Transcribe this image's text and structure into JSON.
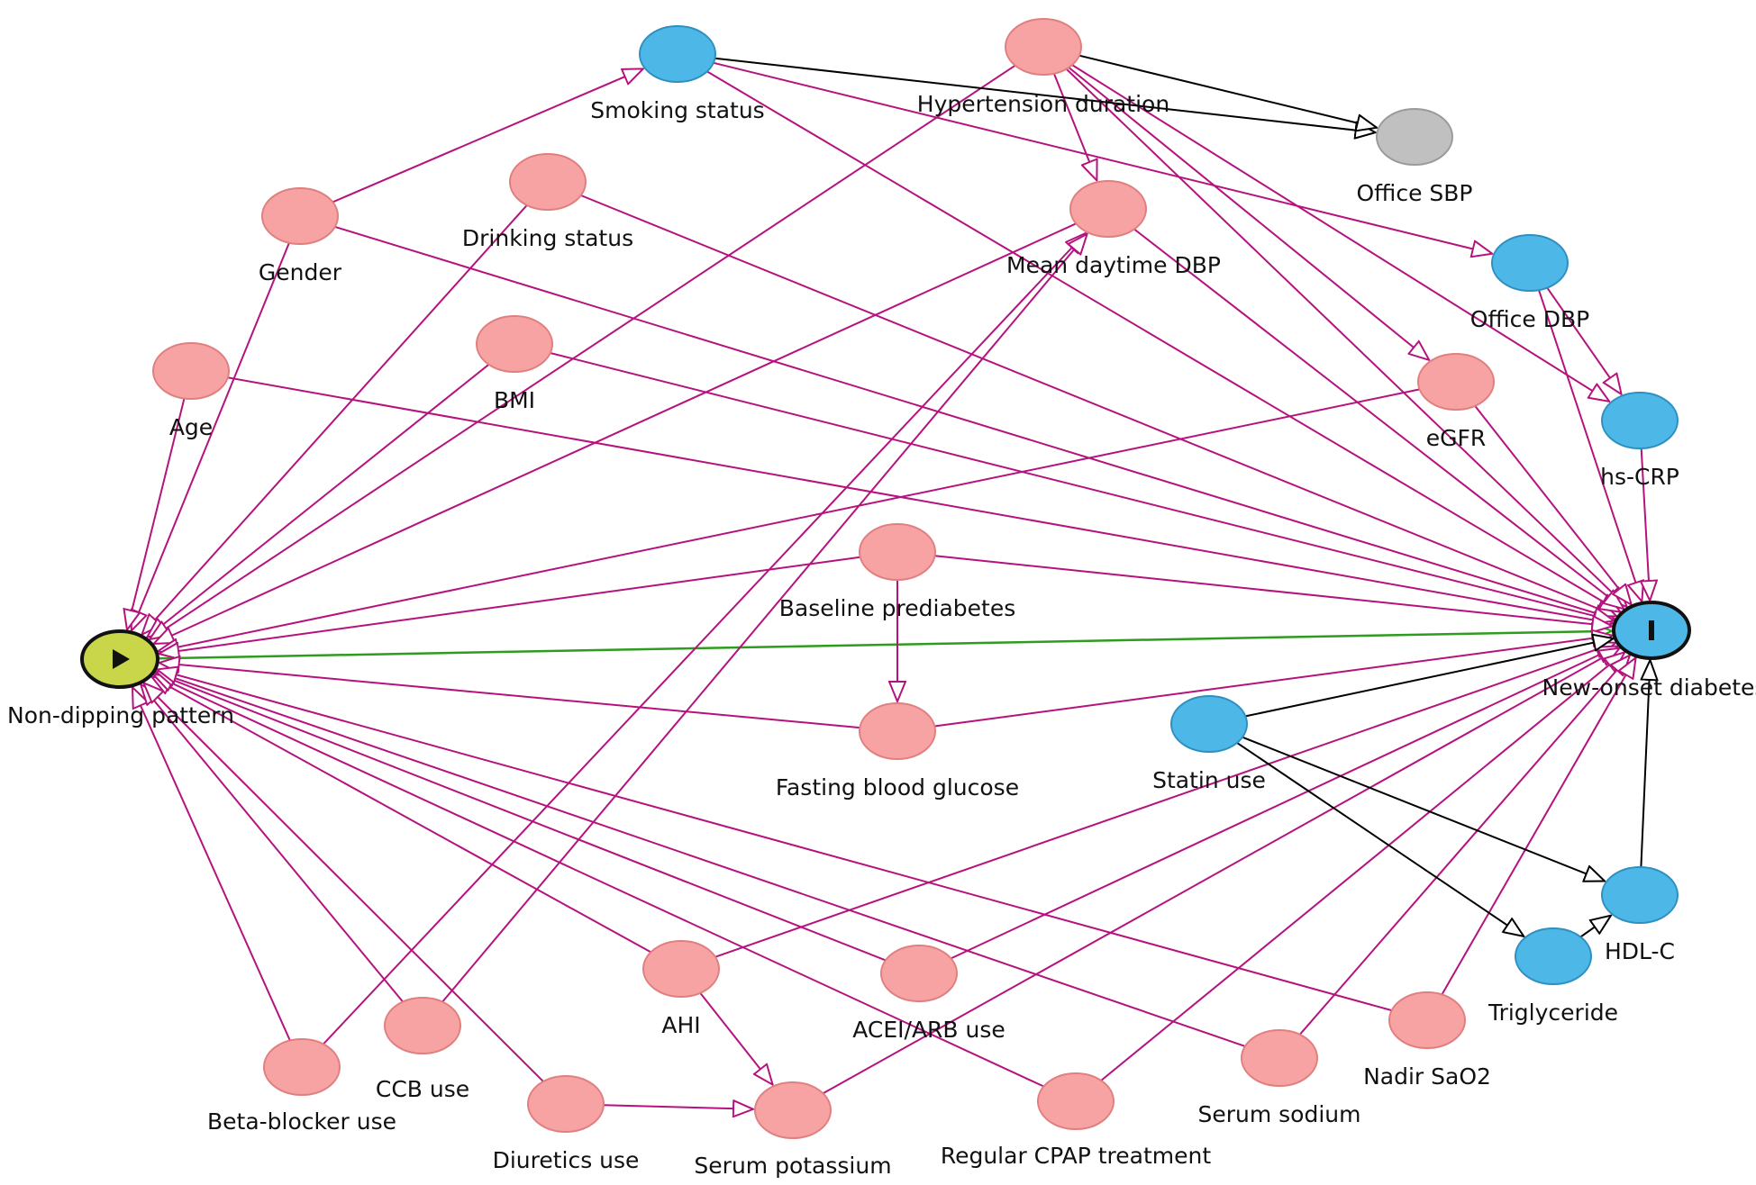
{
  "colors": {
    "confounder_node": "#f7a3a3",
    "confounder_stroke": "#e07f7f",
    "ancestor_outcome_node": "#4db8e8",
    "ancestor_outcome_stroke": "#2f8fc0",
    "adjusted_node": "#c0c0c0",
    "exposure_node": "#c9d64a",
    "causal_path_edge": "#2e9c1e",
    "biasing_path_edge": "#b5127e",
    "other_edge": "#000000"
  },
  "icons": {
    "exposure": "play-icon",
    "outcome": "bar-icon"
  },
  "nodes": [
    {
      "id": "nondip",
      "label": "Non-dipping pattern",
      "kind": "exposure"
    },
    {
      "id": "newdiab",
      "label": "New-onset diabetes",
      "kind": "outcome"
    },
    {
      "id": "smoking",
      "label": "Smoking status",
      "kind": "ancestor_outcome"
    },
    {
      "id": "htdur",
      "label": "Hypertension duration",
      "kind": "confounder"
    },
    {
      "id": "offsbp",
      "label": "Office SBP",
      "kind": "adjusted"
    },
    {
      "id": "drinking",
      "label": "Drinking status",
      "kind": "confounder"
    },
    {
      "id": "gender",
      "label": "Gender",
      "kind": "confounder"
    },
    {
      "id": "mdbp",
      "label": "Mean daytime DBP",
      "kind": "confounder"
    },
    {
      "id": "offdbp",
      "label": "Office DBP",
      "kind": "ancestor_outcome"
    },
    {
      "id": "age",
      "label": "Age",
      "kind": "confounder"
    },
    {
      "id": "bmi",
      "label": "BMI",
      "kind": "confounder"
    },
    {
      "id": "egfr",
      "label": "eGFR",
      "kind": "confounder"
    },
    {
      "id": "hscrp",
      "label": "hs-CRP",
      "kind": "ancestor_outcome"
    },
    {
      "id": "bpre",
      "label": "Baseline prediabetes",
      "kind": "confounder"
    },
    {
      "id": "fbg",
      "label": "Fasting blood glucose",
      "kind": "confounder"
    },
    {
      "id": "statin",
      "label": "Statin use",
      "kind": "ancestor_outcome"
    },
    {
      "id": "hdl",
      "label": "HDL-C",
      "kind": "ancestor_outcome"
    },
    {
      "id": "tg",
      "label": "Triglyceride",
      "kind": "ancestor_outcome"
    },
    {
      "id": "ahi",
      "label": "AHI",
      "kind": "confounder"
    },
    {
      "id": "acei",
      "label": "ACEI/ARB use",
      "kind": "confounder"
    },
    {
      "id": "ccb",
      "label": "CCB use",
      "kind": "confounder"
    },
    {
      "id": "beta",
      "label": "Beta-blocker use",
      "kind": "confounder"
    },
    {
      "id": "diur",
      "label": "Diuretics use",
      "kind": "confounder"
    },
    {
      "id": "k",
      "label": "Serum potassium",
      "kind": "confounder"
    },
    {
      "id": "cpap",
      "label": "Regular CPAP treatment",
      "kind": "confounder"
    },
    {
      "id": "na",
      "label": "Serum sodium",
      "kind": "confounder"
    },
    {
      "id": "sao2",
      "label": "Nadir SaO2",
      "kind": "confounder"
    }
  ],
  "edges": [
    {
      "from": "nondip",
      "to": "newdiab",
      "type": "causal"
    },
    {
      "from": "gender",
      "to": "smoking",
      "type": "biasing"
    },
    {
      "from": "gender",
      "to": "nondip",
      "type": "biasing"
    },
    {
      "from": "gender",
      "to": "newdiab",
      "type": "biasing"
    },
    {
      "from": "age",
      "to": "nondip",
      "type": "biasing"
    },
    {
      "from": "age",
      "to": "newdiab",
      "type": "biasing"
    },
    {
      "from": "drinking",
      "to": "nondip",
      "type": "biasing"
    },
    {
      "from": "drinking",
      "to": "newdiab",
      "type": "biasing"
    },
    {
      "from": "bmi",
      "to": "nondip",
      "type": "biasing"
    },
    {
      "from": "bmi",
      "to": "newdiab",
      "type": "biasing"
    },
    {
      "from": "htdur",
      "to": "nondip",
      "type": "biasing"
    },
    {
      "from": "htdur",
      "to": "mdbp",
      "type": "biasing"
    },
    {
      "from": "htdur",
      "to": "egfr",
      "type": "biasing"
    },
    {
      "from": "htdur",
      "to": "newdiab",
      "type": "biasing"
    },
    {
      "from": "htdur",
      "to": "hscrp",
      "type": "biasing"
    },
    {
      "from": "smoking",
      "to": "offdbp",
      "type": "biasing"
    },
    {
      "from": "smoking",
      "to": "newdiab",
      "type": "biasing"
    },
    {
      "from": "mdbp",
      "to": "nondip",
      "type": "biasing"
    },
    {
      "from": "mdbp",
      "to": "newdiab",
      "type": "biasing"
    },
    {
      "from": "offdbp",
      "to": "hscrp",
      "type": "biasing"
    },
    {
      "from": "offdbp",
      "to": "newdiab",
      "type": "biasing"
    },
    {
      "from": "egfr",
      "to": "nondip",
      "type": "biasing"
    },
    {
      "from": "egfr",
      "to": "newdiab",
      "type": "biasing"
    },
    {
      "from": "hscrp",
      "to": "newdiab",
      "type": "biasing"
    },
    {
      "from": "bpre",
      "to": "nondip",
      "type": "biasing"
    },
    {
      "from": "bpre",
      "to": "newdiab",
      "type": "biasing"
    },
    {
      "from": "bpre",
      "to": "fbg",
      "type": "biasing"
    },
    {
      "from": "fbg",
      "to": "nondip",
      "type": "biasing"
    },
    {
      "from": "fbg",
      "to": "newdiab",
      "type": "biasing"
    },
    {
      "from": "beta",
      "to": "nondip",
      "type": "biasing"
    },
    {
      "from": "beta",
      "to": "mdbp",
      "type": "biasing"
    },
    {
      "from": "ccb",
      "to": "nondip",
      "type": "biasing"
    },
    {
      "from": "ccb",
      "to": "mdbp",
      "type": "biasing"
    },
    {
      "from": "diur",
      "to": "nondip",
      "type": "biasing"
    },
    {
      "from": "diur",
      "to": "k",
      "type": "biasing"
    },
    {
      "from": "ahi",
      "to": "nondip",
      "type": "biasing"
    },
    {
      "from": "ahi",
      "to": "k",
      "type": "biasing"
    },
    {
      "from": "ahi",
      "to": "newdiab",
      "type": "biasing"
    },
    {
      "from": "acei",
      "to": "nondip",
      "type": "biasing"
    },
    {
      "from": "acei",
      "to": "newdiab",
      "type": "biasing"
    },
    {
      "from": "k",
      "to": "newdiab",
      "type": "biasing"
    },
    {
      "from": "cpap",
      "to": "nondip",
      "type": "biasing"
    },
    {
      "from": "cpap",
      "to": "newdiab",
      "type": "biasing"
    },
    {
      "from": "na",
      "to": "nondip",
      "type": "biasing"
    },
    {
      "from": "na",
      "to": "newdiab",
      "type": "biasing"
    },
    {
      "from": "sao2",
      "to": "nondip",
      "type": "biasing"
    },
    {
      "from": "sao2",
      "to": "newdiab",
      "type": "biasing"
    },
    {
      "from": "smoking",
      "to": "offsbp",
      "type": "other"
    },
    {
      "from": "htdur",
      "to": "offsbp",
      "type": "other"
    },
    {
      "from": "statin",
      "to": "newdiab",
      "type": "other"
    },
    {
      "from": "statin",
      "to": "hdl",
      "type": "other"
    },
    {
      "from": "statin",
      "to": "tg",
      "type": "other"
    },
    {
      "from": "tg",
      "to": "hdl",
      "type": "other"
    },
    {
      "from": "hdl",
      "to": "newdiab",
      "type": "other"
    }
  ]
}
